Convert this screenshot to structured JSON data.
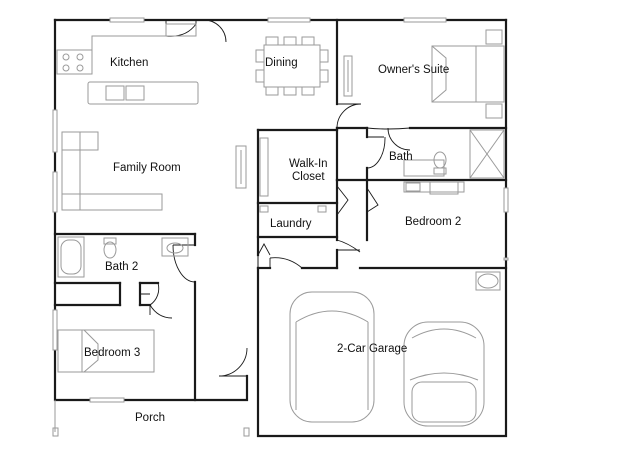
{
  "plan": {
    "rooms": [
      {
        "id": "kitchen",
        "label": "Kitchen"
      },
      {
        "id": "dining",
        "label": "Dining"
      },
      {
        "id": "owners-suite",
        "label": "Owner's Suite"
      },
      {
        "id": "family-room",
        "label": "Family Room"
      },
      {
        "id": "walk-in-closet",
        "label_line1": "Walk-In",
        "label_line2": "Closet"
      },
      {
        "id": "bath",
        "label": "Bath"
      },
      {
        "id": "laundry",
        "label": "Laundry"
      },
      {
        "id": "bedroom-2",
        "label": "Bedroom 2"
      },
      {
        "id": "bath-2",
        "label": "Bath 2"
      },
      {
        "id": "bedroom-3",
        "label": "Bedroom 3"
      },
      {
        "id": "garage",
        "label": "2-Car Garage"
      },
      {
        "id": "porch",
        "label": "Porch"
      }
    ]
  }
}
